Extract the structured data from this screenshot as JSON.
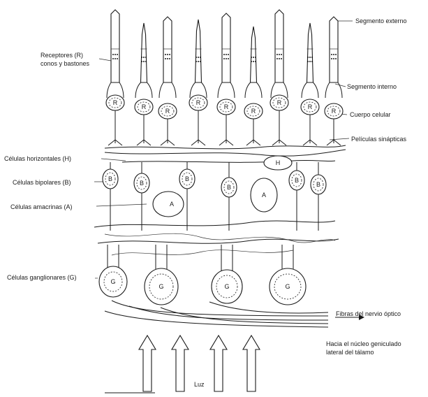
{
  "labels": {
    "segmento_externo": "Segmento externo",
    "receptores": "Receptores (R)",
    "conos_bastones": "conos y bastones",
    "segmento_interno": "Segmento interno",
    "cuerpo_celular": "Cuerpo celular",
    "peliculas": "Películas sinápticas",
    "horizontales": "Células horizontales (H)",
    "bipolares": "Células bipolares (B)",
    "amacrinas": "Células amacrinas (A)",
    "ganglionares": "Células ganglionares (G)",
    "fibras": "Fibras del nervio óptico",
    "hacia1": "Hacia el núcleo geniculado",
    "hacia2": "lateral del tálamo",
    "luz": "Luz"
  },
  "cell_letters": {
    "receptor": "R",
    "horizontal": "H",
    "bipolar": "B",
    "amacrine": "A",
    "ganglion": "G"
  }
}
